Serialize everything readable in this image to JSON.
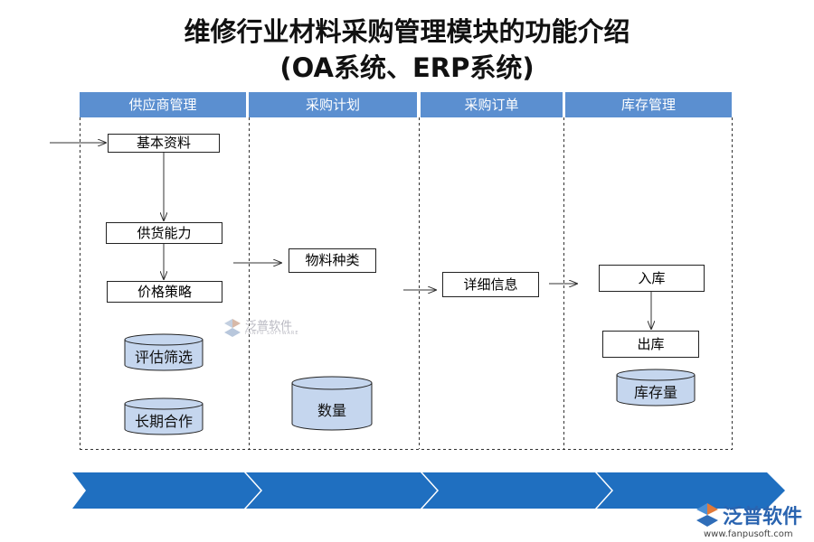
{
  "title": {
    "line1": "维修行业材料采购管理模块的功能介绍",
    "line2": "(OA系统、ERP系统)"
  },
  "lanes": [
    {
      "header": "供应商管理"
    },
    {
      "header": "采购计划"
    },
    {
      "header": "采购订单"
    },
    {
      "header": "库存管理"
    }
  ],
  "supplier": {
    "basic_info": "基本资料",
    "supply_capacity": "供货能力",
    "price_strategy": "价格策略",
    "evaluation": "评估筛选",
    "long_term": "长期合作"
  },
  "plan": {
    "material_types": "物料种类",
    "quantity": "数量"
  },
  "order": {
    "detail_info": "详细信息"
  },
  "inventory": {
    "inbound": "入库",
    "outbound": "出库",
    "stock": "库存量"
  },
  "watermark": {
    "center_text": "泛普软件",
    "center_sub": "FANPU SOFTWARE",
    "corner_text": "泛普软件",
    "corner_url": "www.fanpusoft.com"
  },
  "colors": {
    "header_blue": "#5b8fd0",
    "cylinder_fill": "#c5d6ee",
    "chevron_blue": "#1f6fc0"
  }
}
